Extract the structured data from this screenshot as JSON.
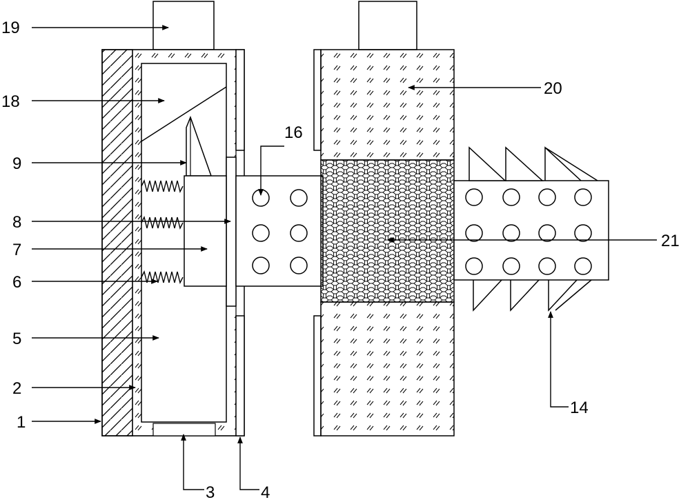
{
  "labels": {
    "l1": "1",
    "l2": "2",
    "l3": "3",
    "l4": "4",
    "l5": "5",
    "l6": "6",
    "l7": "7",
    "l8": "8",
    "l9": "9",
    "l14": "14",
    "l16": "16",
    "l18": "18",
    "l19": "19",
    "l20": "20",
    "l21": "21"
  },
  "colors": {
    "line": "#000000",
    "background": "#ffffff"
  }
}
